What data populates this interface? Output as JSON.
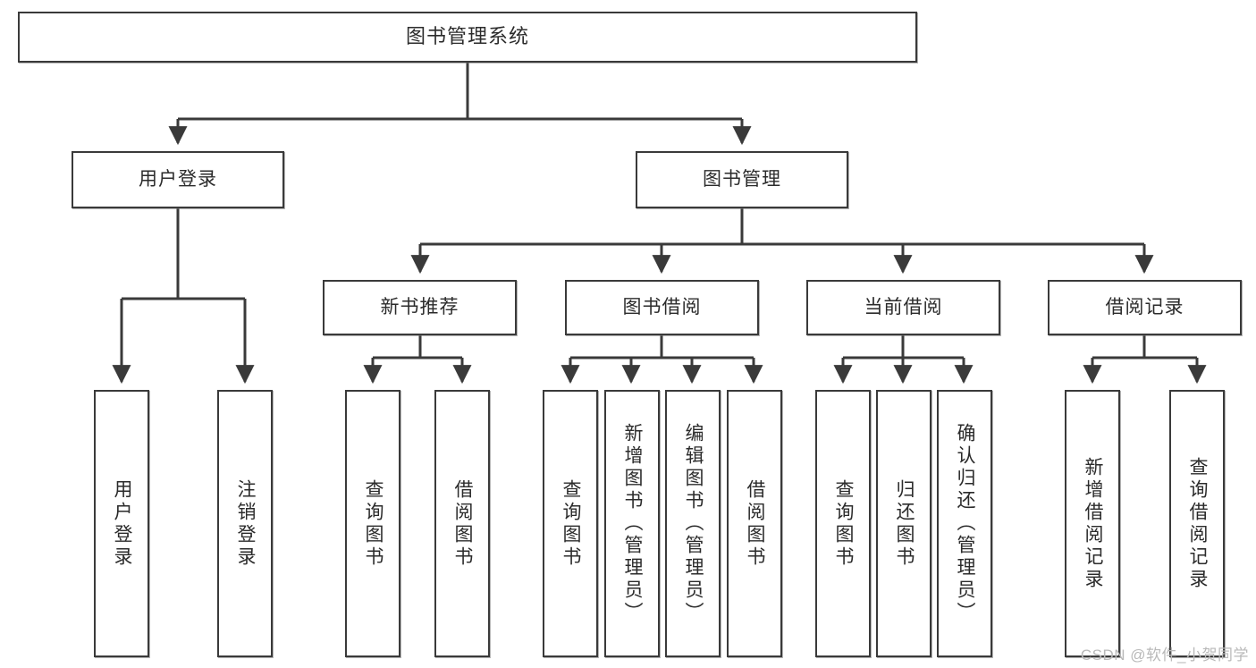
{
  "diagram": {
    "title": "图书管理系统",
    "watermark": "CSDN @软件_小贺同学",
    "line_color": "#3a3a3a",
    "box_fill": "#ffffff",
    "text_color": "#2b2b2b",
    "watermark_color": "#b9b9b9"
  },
  "root": {
    "label": "图书管理系统"
  },
  "level2": [
    {
      "label": "用户登录"
    },
    {
      "label": "图书管理"
    }
  ],
  "level3": [
    {
      "label": "新书推荐"
    },
    {
      "label": "图书借阅"
    },
    {
      "label": "当前借阅"
    },
    {
      "label": "借阅记录"
    }
  ],
  "leaves": {
    "user_login": [
      {
        "label": "用户登录"
      },
      {
        "label": "注销登录"
      }
    ],
    "new_book_recommend": [
      {
        "label": "查询图书"
      },
      {
        "label": "借阅图书"
      }
    ],
    "book_borrow": [
      {
        "label": "查询图书"
      },
      {
        "label": "新增图书（管理员）"
      },
      {
        "label": "编辑图书（管理员）"
      },
      {
        "label": "借阅图书"
      }
    ],
    "current_borrow": [
      {
        "label": "查询图书"
      },
      {
        "label": "归还图书"
      },
      {
        "label": "确认归还（管理员）"
      }
    ],
    "borrow_record": [
      {
        "label": "新增借阅记录"
      },
      {
        "label": "查询借阅记录"
      }
    ]
  }
}
